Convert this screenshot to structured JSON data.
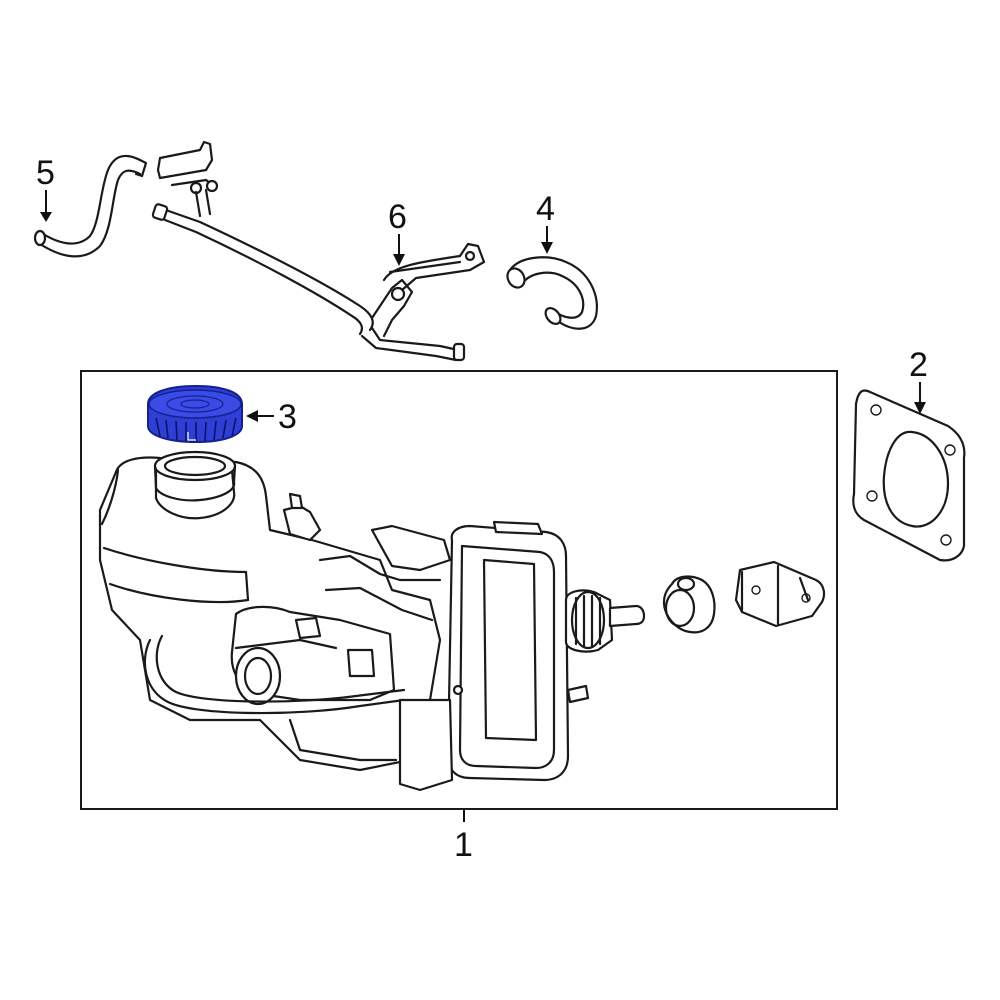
{
  "diagram": {
    "callouts": {
      "main_assembly": "1",
      "gasket": "2",
      "reservoir_cap": "3",
      "hose_right": "4",
      "hose_left": "5",
      "vacuum_line": "6"
    },
    "colors": {
      "line": "#1a1a1a",
      "highlight": "#2f3fd6",
      "highlight_dark": "#14218f",
      "background": "#ffffff"
    }
  }
}
